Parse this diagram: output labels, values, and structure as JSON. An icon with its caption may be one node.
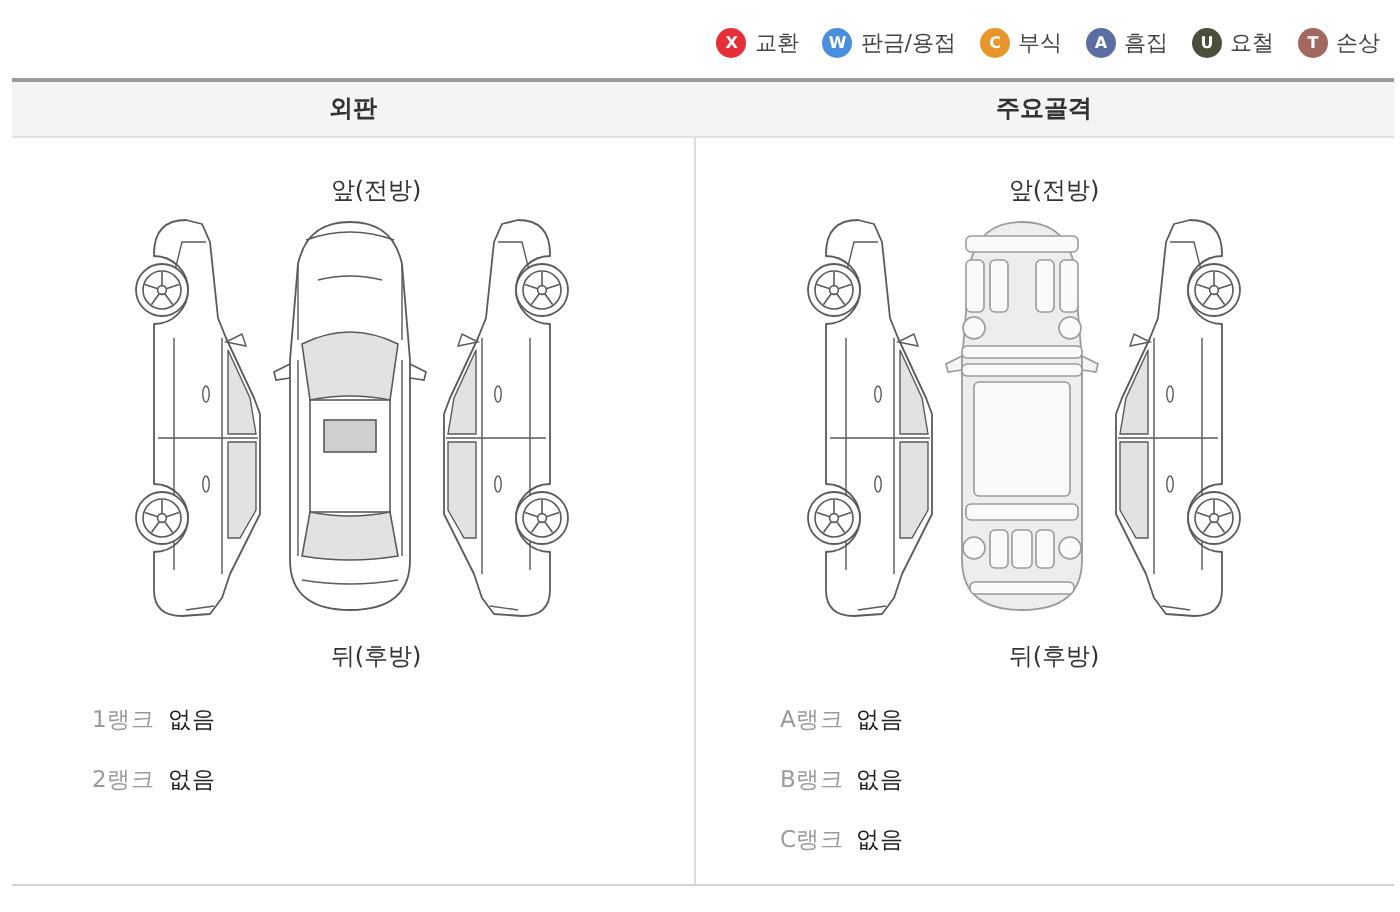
{
  "diagram": {
    "nodes": [
      {
        "text": [
          "외판"
        ]
      },
      {
        "text": [
          "주요골격"
        ]
      }
    ],
    "labels": [
      "X",
      "W",
      "C",
      "A",
      "U",
      "T",
      "앞(전방)",
      "앞(전방)",
      "뒤(후방)",
      "뒤(후방)",
      "1랭크",
      "없음",
      "A랭크",
      "없음",
      "2랭크",
      "없음",
      "B랭크",
      "없음",
      "C랭크",
      "없음"
    ],
    "legend": [
      {
        "text": "교환",
        "color": "#e5303a"
      },
      {
        "text": "판금/용접",
        "color": "#4a8fdb"
      },
      {
        "text": "부식",
        "color": "#e8962b"
      },
      {
        "text": "흠집",
        "color": "#5b6ea3"
      },
      {
        "text": "요철",
        "color": "#4c4e3b"
      },
      {
        "text": "손상",
        "color": "#a2675f"
      }
    ]
  }
}
